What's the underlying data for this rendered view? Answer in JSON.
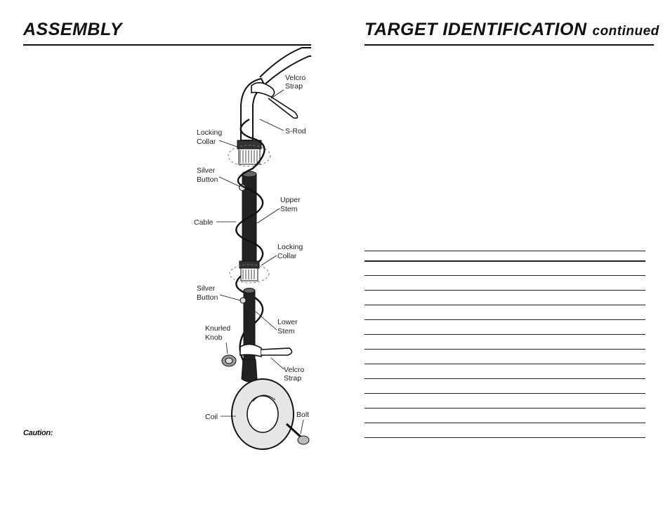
{
  "left_page": {
    "heading": "ASSEMBLY",
    "caution": "Caution:"
  },
  "right_page": {
    "heading_main": "TARGET IDENTIFICATION",
    "heading_suffix": "continued"
  },
  "diagram": {
    "labels": {
      "velcro_strap_top_1": "Velcro",
      "velcro_strap_top_2": "Strap",
      "s_rod": "S-Rod",
      "locking_collar_top_1": "Locking",
      "locking_collar_top_2": "Collar",
      "silver_button_top_1": "Silver",
      "silver_button_top_2": "Button",
      "upper_stem_1": "Upper",
      "upper_stem_2": "Stem",
      "cable": "Cable",
      "locking_collar_bottom_1": "Locking",
      "locking_collar_bottom_2": "Collar",
      "silver_button_bottom_1": "Silver",
      "silver_button_bottom_2": "Button",
      "lower_stem_1": "Lower",
      "lower_stem_2": "Stem",
      "knurled_knob_1": "Knurled",
      "knurled_knob_2": "Knob",
      "velcro_strap_bottom_1": "Velcro",
      "velcro_strap_bottom_2": "Strap",
      "coil": "Coil",
      "bolt": "Bolt"
    }
  }
}
